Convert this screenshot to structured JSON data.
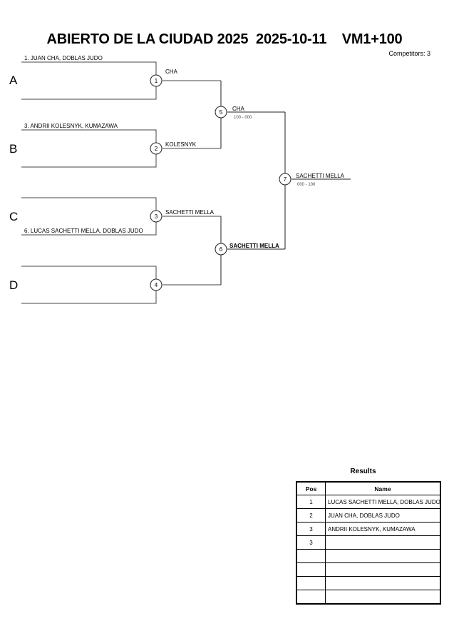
{
  "header": {
    "title": "ABIERTO DE LA CIUDAD 2025  2025-10-11    VM1+100",
    "tournament": "ABIERTO DE LA CIUDAD 2025",
    "date": "2025-10-11",
    "category": "VM1+100",
    "competitors_label": "Competitors: 3"
  },
  "bracket": {
    "groups": [
      {
        "letter": "A"
      },
      {
        "letter": "B"
      },
      {
        "letter": "C"
      },
      {
        "letter": "D"
      }
    ],
    "entrants": [
      {
        "id": "a-top",
        "label": "1. JUAN CHA, DOBLAS JUDO"
      },
      {
        "id": "a-bottom",
        "label": ""
      },
      {
        "id": "b-top",
        "label": "3. ANDRII KOLESNYK, KUMAZAWA"
      },
      {
        "id": "b-bottom",
        "label": ""
      },
      {
        "id": "c-top",
        "label": ""
      },
      {
        "id": "c-bottom",
        "label": "6. LUCAS SACHETTI MELLA, DOBLAS JUDO"
      },
      {
        "id": "d-top",
        "label": ""
      },
      {
        "id": "d-bottom",
        "label": ""
      }
    ],
    "matches": [
      {
        "number": "1",
        "winner": "CHA",
        "score": ""
      },
      {
        "number": "2",
        "winner": "KOLESNYK",
        "score": ""
      },
      {
        "number": "3",
        "winner": "SACHETTI MELLA",
        "score": ""
      },
      {
        "number": "4",
        "winner": "",
        "score": ""
      },
      {
        "number": "5",
        "winner": "CHA",
        "score": "100 - 000"
      },
      {
        "number": "6",
        "winner": "SACHETTI MELLA",
        "score": ""
      },
      {
        "number": "7",
        "winner": "SACHETTI MELLA",
        "score": "000 - 100"
      }
    ]
  },
  "results": {
    "title": "Results",
    "columns": [
      "Pos",
      "Name"
    ],
    "rows": [
      {
        "pos": "1",
        "name": "LUCAS SACHETTI MELLA, DOBLAS JUDO"
      },
      {
        "pos": "2",
        "name": "JUAN CHA, DOBLAS JUDO"
      },
      {
        "pos": "3",
        "name": "ANDRII KOLESNYK, KUMAZAWA"
      },
      {
        "pos": "3",
        "name": ""
      },
      {
        "pos": "",
        "name": ""
      },
      {
        "pos": "",
        "name": ""
      },
      {
        "pos": "",
        "name": ""
      },
      {
        "pos": "",
        "name": ""
      }
    ]
  },
  "colors": {
    "line": "#444444",
    "line_dark": "#222222",
    "text": "#000000",
    "score_text": "#444444",
    "background": "#ffffff"
  }
}
